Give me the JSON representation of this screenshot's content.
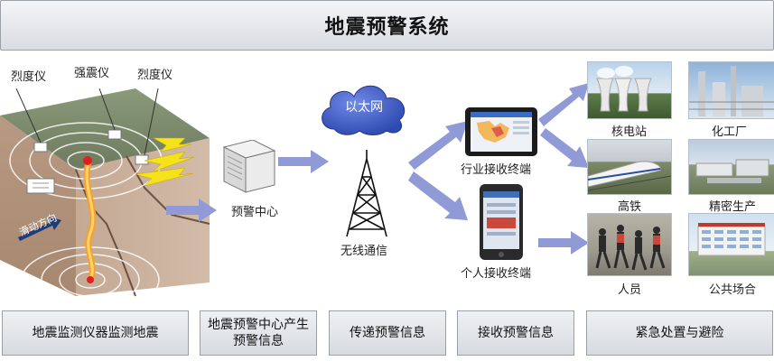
{
  "title": "地震预警系统",
  "instruments": {
    "left": "烈度仪",
    "middle": "强震仪",
    "right": "烈度仪",
    "arrow_text": "滑动方向"
  },
  "center": "预警中心",
  "cloud": "以太网",
  "tower": "无线通信",
  "terminals": {
    "industry": "行业接收终端",
    "personal": "个人接收终端"
  },
  "targets": {
    "nuclear": "核电站",
    "chemical": "化工厂",
    "rail": "高铁",
    "precision": "精密生产",
    "people": "人员",
    "public": "公共场合"
  },
  "steps": [
    "地震监测仪器监测地震",
    "地震预警中心产生",
    "预警信息",
    "传递预警信息",
    "接收预警信息",
    "紧急处置与避险"
  ],
  "colors": {
    "arrow": "#8f9ad6",
    "bolt": "#f4e21a",
    "cloud": "#3d5cc9"
  }
}
